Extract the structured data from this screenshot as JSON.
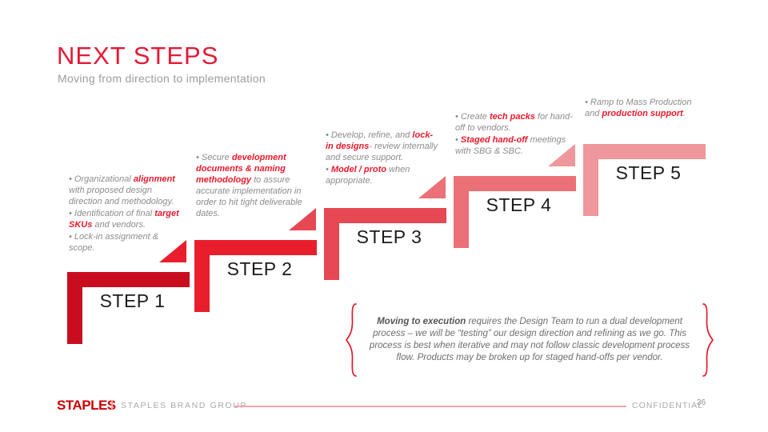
{
  "slide": {
    "title": "NEXT STEPS",
    "subtitle": "Moving from direction to implementation",
    "accent_color": "#e51937",
    "highlight_color": "#e8192c"
  },
  "steps": [
    {
      "label": "STEP 1",
      "color": "#c90d1f",
      "bullets": [
        [
          {
            "t": "• Organizational "
          },
          {
            "t": "alignment",
            "red": true
          },
          {
            "t": " with proposed design direction and methodology."
          }
        ],
        [
          {
            "t": "• Identification of final "
          },
          {
            "t": "target SKUs",
            "red": true
          },
          {
            "t": " and vendors."
          }
        ],
        [
          {
            "t": "• Lock-in assignment & scope."
          }
        ]
      ]
    },
    {
      "label": "STEP 2",
      "color": "#e81e2c",
      "bullets": [
        [
          {
            "t": "• Secure "
          },
          {
            "t": "development documents & naming methodology",
            "red": true
          },
          {
            "t": " to assure accurate implementation in order to hit tight deliverable dates."
          }
        ]
      ]
    },
    {
      "label": "STEP 3",
      "color": "#e64854",
      "bullets": [
        [
          {
            "t": "• Develop, refine, and "
          },
          {
            "t": "lock-in designs",
            "red": true
          },
          {
            "t": "- review internally and secure support."
          }
        ],
        [
          {
            "t": "• "
          },
          {
            "t": "Model / proto",
            "red": true
          },
          {
            "t": " when appropriate."
          }
        ]
      ]
    },
    {
      "label": "STEP 4",
      "color": "#ec7077",
      "bullets": [
        [
          {
            "t": "• Create "
          },
          {
            "t": "tech packs",
            "red": true
          },
          {
            "t": " for hand-off to vendors."
          }
        ],
        [
          {
            "t": "• "
          },
          {
            "t": "Staged hand-off",
            "red": true
          },
          {
            "t": " meetings with SBG & SBC."
          }
        ]
      ]
    },
    {
      "label": "STEP 5",
      "color": "#ee979c",
      "bullets": [
        [
          {
            "t": "• Ramp to Mass Production and "
          },
          {
            "t": "production support",
            "red": true
          },
          {
            "t": "."
          }
        ]
      ]
    }
  ],
  "callout": {
    "runs": [
      {
        "t": "Moving to execution",
        "bold": true
      },
      {
        "t": " requires the Design Team to run a dual development process – we will be “testing” our design direction and refining as we go. This process is best when iterative and may not follow classic development process flow. Products may be broken up for staged hand-offs per vendor."
      }
    ]
  },
  "footer": {
    "logo": "STAPLES",
    "brand": "STAPLES BRAND GROUP",
    "confidential": "CONFIDENTIAL",
    "page": "36"
  }
}
